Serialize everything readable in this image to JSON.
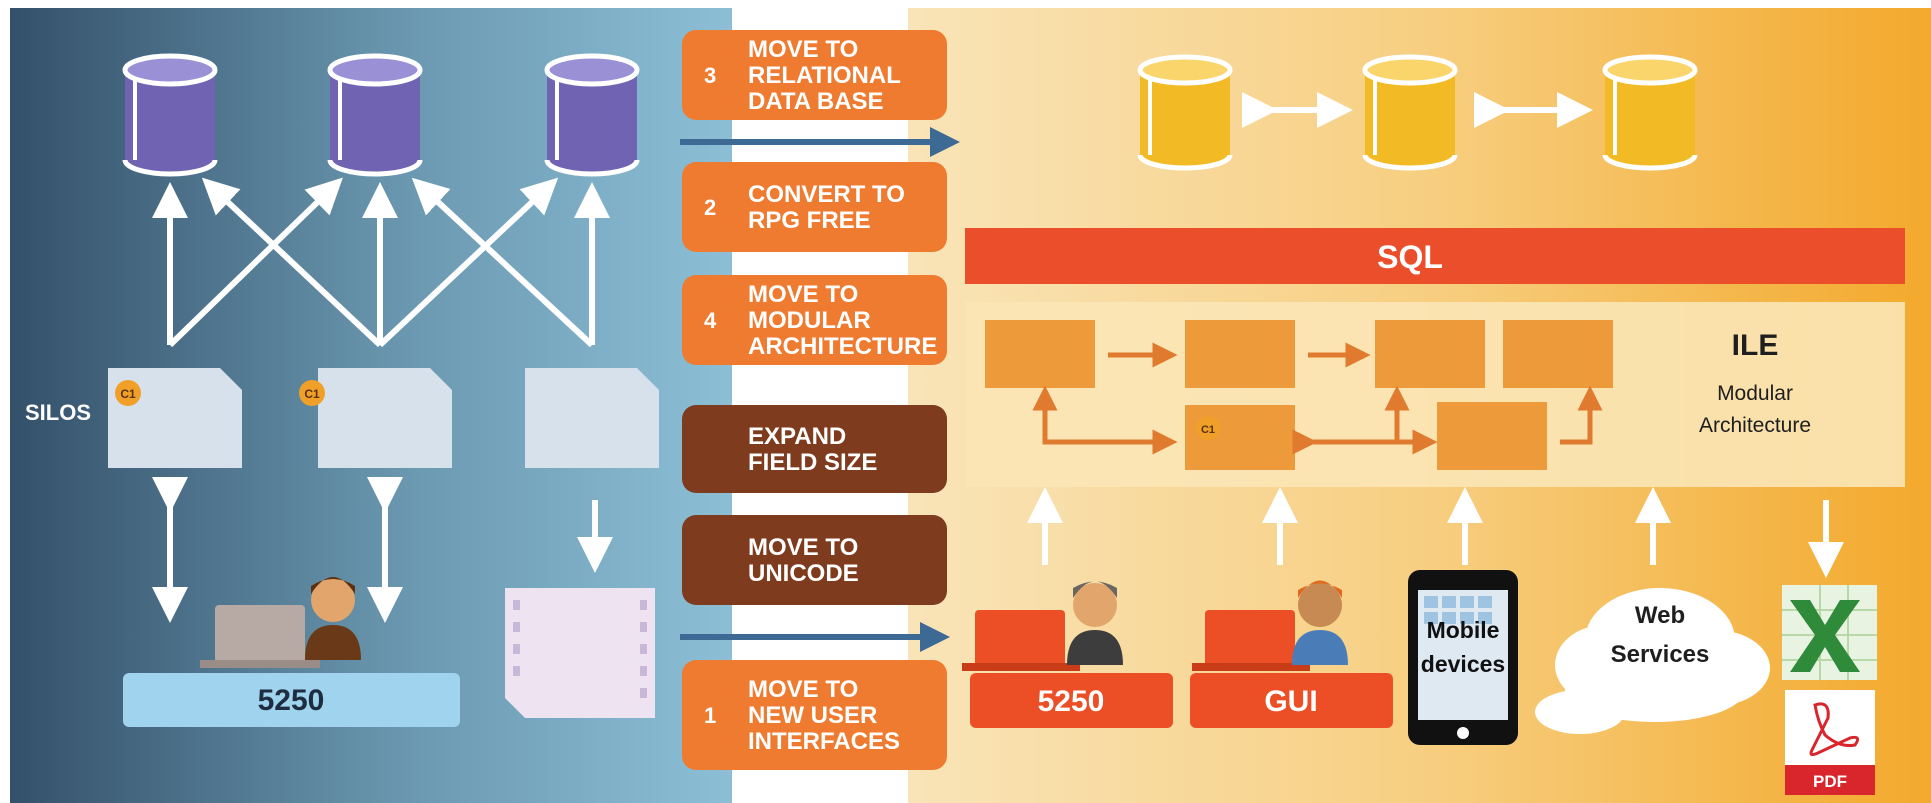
{
  "left": {
    "silos_label": "SILOS",
    "c1_badge": "C1",
    "terminal_label": "5250"
  },
  "steps": [
    {
      "number": "3",
      "lines": [
        "MOVE TO",
        "RELATIONAL",
        "DATA BASE"
      ],
      "color": "#ef7b30"
    },
    {
      "number": "2",
      "lines": [
        "CONVERT TO",
        "RPG FREE"
      ],
      "color": "#ef7b30"
    },
    {
      "number": "4",
      "lines": [
        "MOVE TO",
        "MODULAR",
        "ARCHITECTURE"
      ],
      "color": "#ef7b30"
    },
    {
      "number": "",
      "lines": [
        "EXPAND",
        "FIELD SIZE"
      ],
      "color": "#7e3b1d"
    },
    {
      "number": "",
      "lines": [
        "MOVE TO",
        "UNICODE"
      ],
      "color": "#7e3b1d"
    },
    {
      "number": "1",
      "lines": [
        "MOVE TO",
        "NEW USER",
        "INTERFACES"
      ],
      "color": "#ef7b30"
    }
  ],
  "right": {
    "sql_label": "SQL",
    "ile_title": "ILE",
    "ile_sub1": "Modular",
    "ile_sub2": "Architecture",
    "c1_badge": "C1",
    "terminal_label": "5250",
    "gui_label": "GUI",
    "mobile_line1": "Mobile",
    "mobile_line2": "devices",
    "web_line1": "Web",
    "web_line2": "Services",
    "pdf_label": "PDF"
  },
  "colors": {
    "left_dark": "#3a5670",
    "left_light": "#8ab9d0",
    "right_light": "#f7dca6",
    "right_dark": "#f4ab2f",
    "step_orange": "#ef7b30",
    "step_brown": "#7e3b1d",
    "sql_red": "#ea4e2a",
    "db_purple": "#7366b7",
    "db_yellow": "#f4bd2a",
    "module_orange": "#ec9a3a"
  }
}
